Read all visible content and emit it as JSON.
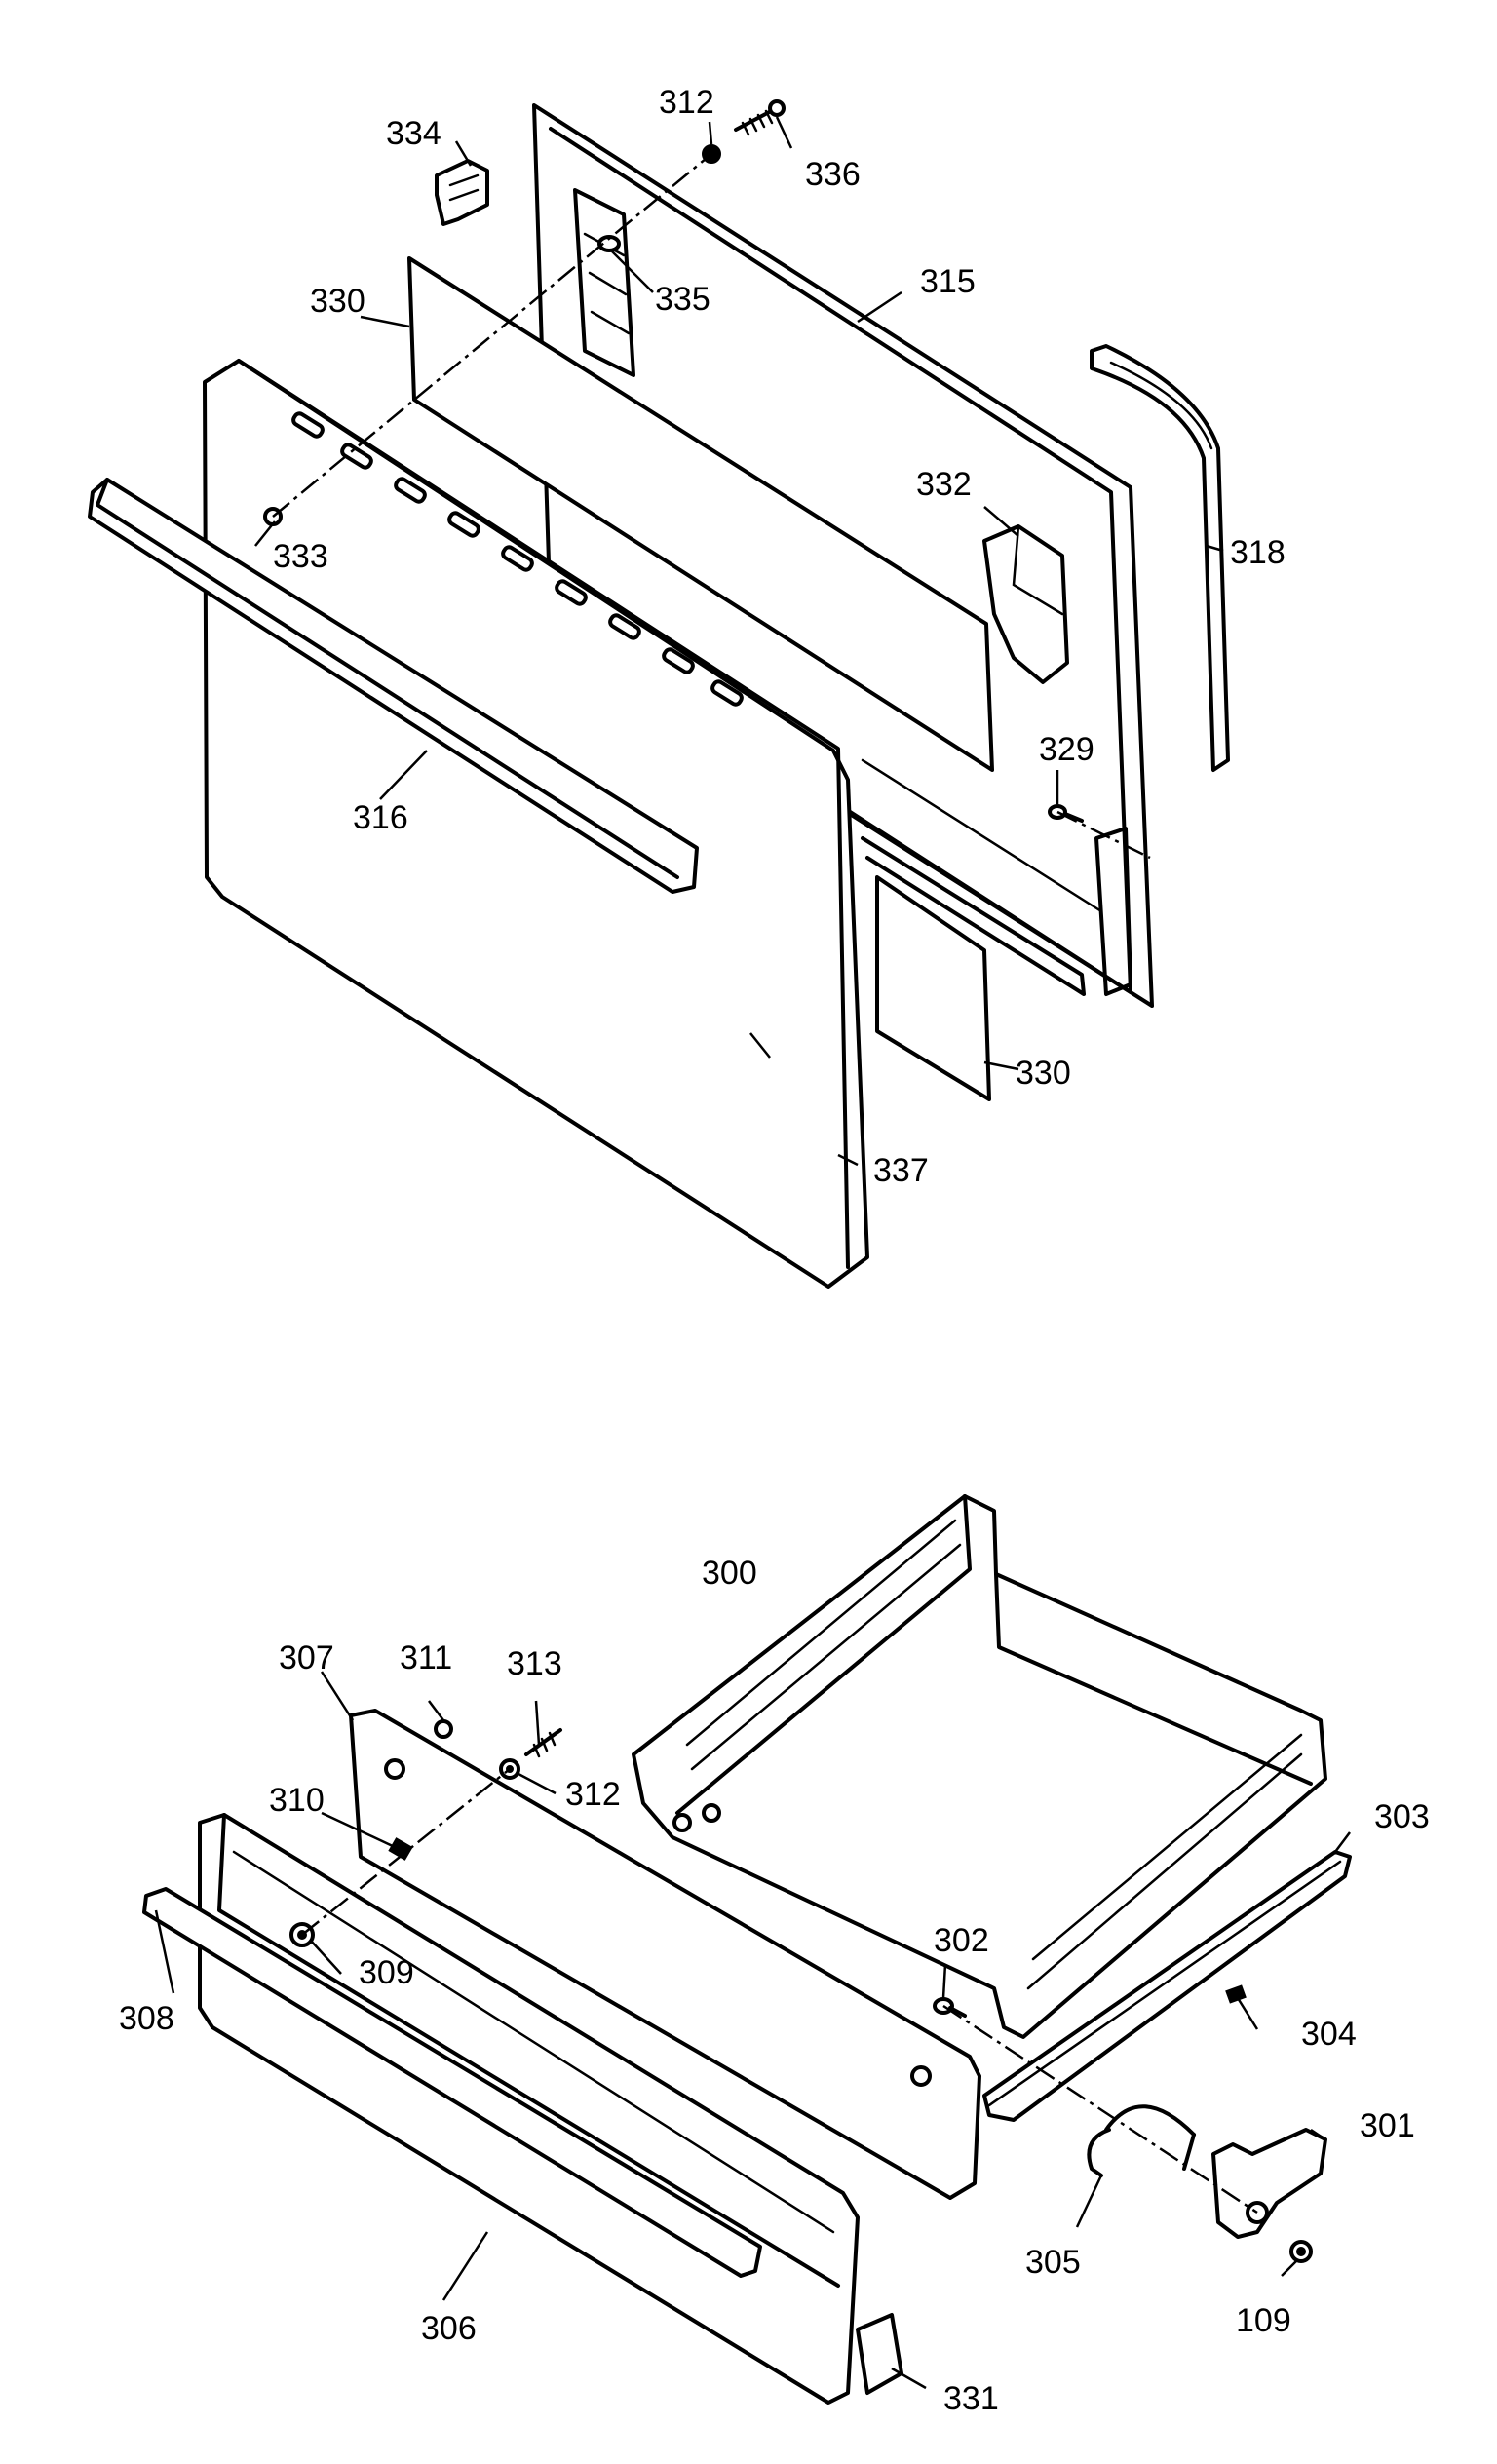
{
  "callouts": {
    "c334": "334",
    "c312_top": "312",
    "c336": "336",
    "c330_top": "330",
    "c335": "335",
    "c315": "315",
    "c333": "333",
    "c332": "332",
    "c318": "318",
    "c329": "329",
    "c316": "316",
    "c330_bottom": "330",
    "c337": "337",
    "c300": "300",
    "c307": "307",
    "c311": "311",
    "c313": "313",
    "c312_bottom": "312",
    "c310": "310",
    "c303": "303",
    "c309": "309",
    "c308": "308",
    "c302": "302",
    "c304": "304",
    "c301": "301",
    "c305": "305",
    "c306": "306",
    "c109": "109",
    "c331": "331"
  }
}
